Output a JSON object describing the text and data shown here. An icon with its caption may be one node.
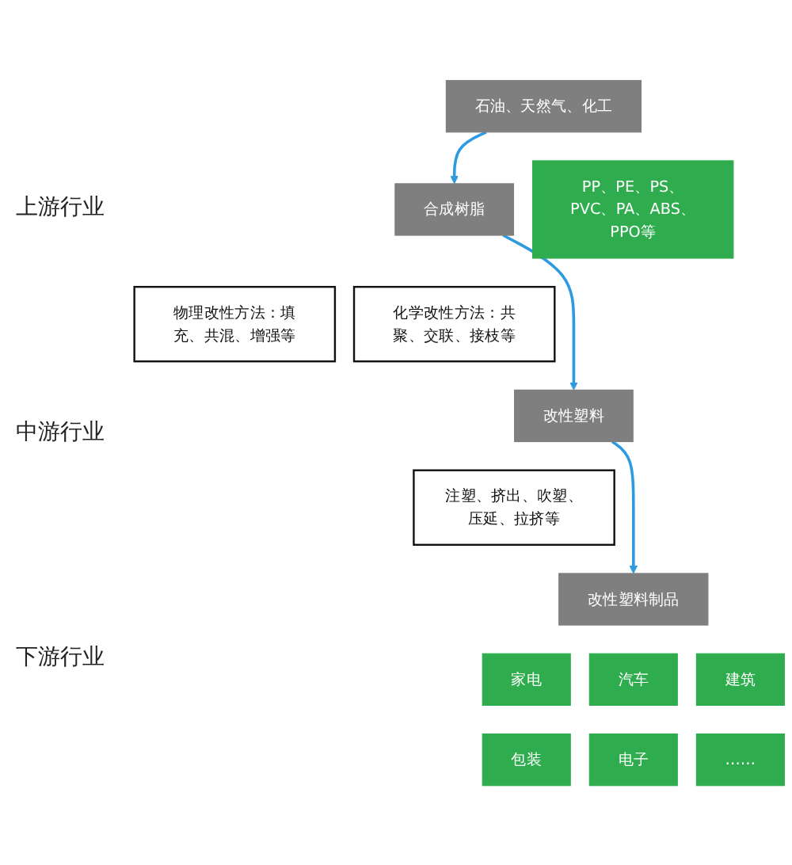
{
  "diagram": {
    "nodes": [
      {
        "text": [
          "石油、天然气、化工"
        ]
      },
      {
        "text": [
          "合成树脂"
        ]
      },
      {
        "text": [
          "PP、PE、PS、PVC、PA、ABS、PPO等"
        ]
      },
      {
        "text": [
          "物理改性方法：填充、共混、增强等"
        ]
      },
      {
        "text": [
          "化学改性方法：共聚、交联、接枝等"
        ]
      },
      {
        "text": [
          "改性塑料"
        ]
      },
      {
        "text": [
          "注塑、挤出、吹塑、压延、拉挤等"
        ]
      },
      {
        "text": [
          "改性塑料制品"
        ]
      },
      {
        "text": [
          "家电"
        ]
      },
      {
        "text": [
          "汽车"
        ]
      },
      {
        "text": [
          "建筑"
        ]
      },
      {
        "text": [
          "包装"
        ]
      },
      {
        "text": [
          "电子"
        ]
      },
      {
        "text": [
          "……"
        ]
      }
    ],
    "edges": [
      {
        "from": 0,
        "to": 1,
        "arrow": "to"
      },
      {
        "from": 1,
        "to": 5,
        "arrow": "to"
      },
      {
        "from": 5,
        "to": 7,
        "arrow": "to"
      }
    ],
    "labels": [
      "上游行业",
      "中游行业",
      "下游行业"
    ]
  }
}
